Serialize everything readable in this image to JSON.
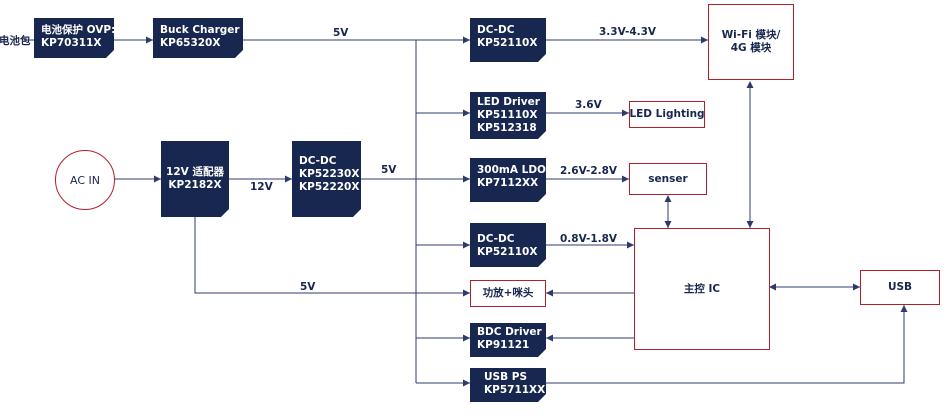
{
  "blocks": {
    "battery_ovp": {
      "line1": "电池保护 OVP:",
      "line2": "KP70311X"
    },
    "buck_charger": {
      "line1": "Buck Charger",
      "line2": "KP65320X"
    },
    "dcdc_top": {
      "line1": "DC-DC",
      "line2": "KP52110X"
    },
    "led_driver": {
      "line1": "LED Driver",
      "line2": "KP51110X",
      "line3": "KP512318"
    },
    "adapter_12v": {
      "line1": "12V 适配器",
      "line2": "KP2182X"
    },
    "dcdc_mid": {
      "line1": "DC-DC",
      "line2": "KP52230X",
      "line3": "KP52220X"
    },
    "ldo": {
      "line1": "300mA LDO",
      "line2": "KP7112XX"
    },
    "dcdc_low": {
      "line1": "DC-DC",
      "line2": "KP52110X"
    },
    "bdc_driver": {
      "line1": "BDC Driver",
      "line2": "KP91121"
    },
    "usb_ps": {
      "line1": "USB PS",
      "line2": "KP5711XX"
    }
  },
  "outputs": {
    "wifi": {
      "line1": "Wi-Fi 模块/",
      "line2": "4G 模块"
    },
    "led_lighting": "LED Lighting",
    "senser": "senser",
    "amp": "功放+咪头",
    "main_ic": "主控 IC",
    "usb": "USB"
  },
  "sources": {
    "battery": "电池包",
    "ac_in": "AC IN"
  },
  "labels": {
    "bus_5v_top": "5V",
    "v_33_43": "3.3V-4.3V",
    "v_36": "3.6V",
    "v_12": "12V",
    "bus_5v_mid": "5V",
    "v_26_28": "2.6V-2.8V",
    "v_08_18": "0.8V-1.8V",
    "bus_5v_bottom": "5V"
  },
  "colors": {
    "navy": "#18274f",
    "red": "#b3202a",
    "line": "#2d3b6a"
  }
}
